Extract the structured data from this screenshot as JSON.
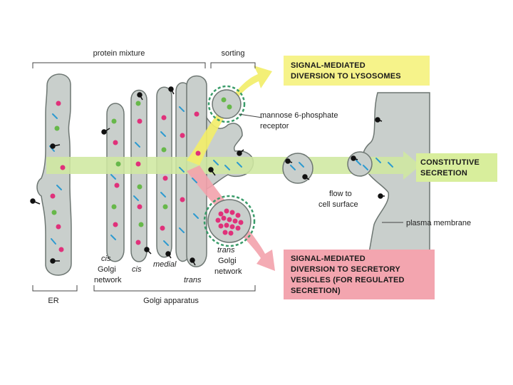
{
  "labels": {
    "protein_mixture": "protein mixture",
    "sorting": "sorting",
    "er": "ER",
    "golgi_apparatus": "Golgi apparatus",
    "cis_network_italic": "cis",
    "cis_network_line2": "Golgi",
    "cis_network_line3": "network",
    "cis": "cis",
    "medial": "medial",
    "trans": "trans",
    "trans_network_italic": "trans",
    "trans_network_line2": "Golgi",
    "trans_network_line3": "network",
    "mannose_line1": "mannose 6-phosphate",
    "mannose_line2": "receptor",
    "flow_line1": "flow to",
    "flow_line2": "cell surface",
    "plasma_membrane": "plasma membrane"
  },
  "boxes": {
    "lysosomes_line1": "SIGNAL-MEDIATED",
    "lysosomes_line2": "DIVERSION TO LYSOSOMES",
    "constitutive_line1": "CONSTITUTIVE",
    "constitutive_line2": "SECRETION",
    "secretory_line1": "SIGNAL-MEDIATED",
    "secretory_line2": "DIVERSION TO SECRETORY",
    "secretory_line3": "VESICLES (FOR REGULATED",
    "secretory_line4": "SECRETION)"
  },
  "colors": {
    "membrane_fill": "#c9cfcc",
    "membrane_stroke": "#6d7672",
    "green_arrow": "#cfe8a0",
    "yellow_arrow": "#f2ee6a",
    "pink_arrow": "#f3a2ac",
    "yellow_box": "#f6f38a",
    "green_box": "#d8ee9c",
    "pink_box": "#f3a5af",
    "magenta_dot": "#e0317a",
    "green_dot": "#67b84a",
    "blue_dash": "#2d9ad0"
  }
}
